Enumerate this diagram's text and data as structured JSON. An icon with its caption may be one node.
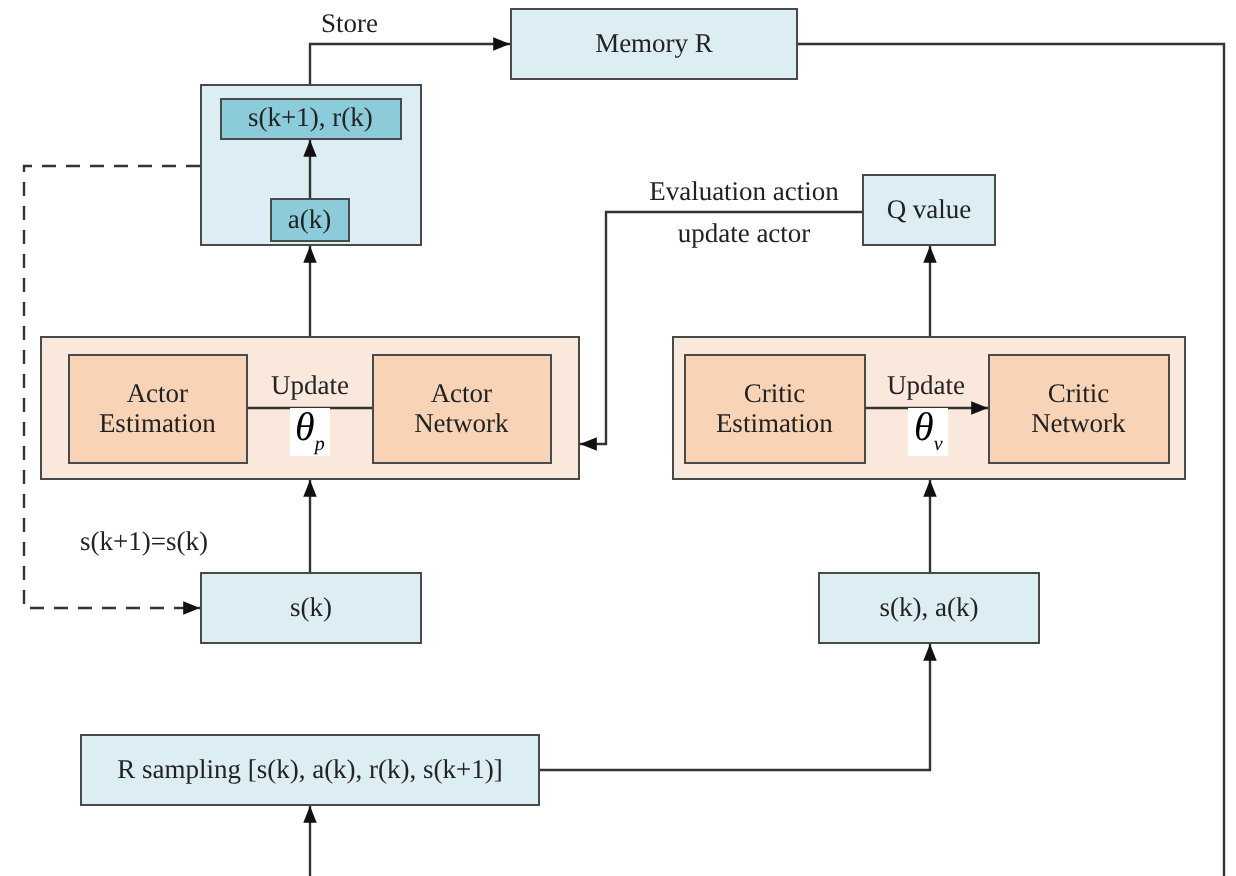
{
  "diagram": {
    "nodes": [
      {
        "text": [],
        "shape": "box"
      },
      {
        "text": [
          "s(k+1), r(k)"
        ],
        "in": 0
      },
      {
        "text": [
          "a(k)"
        ],
        "in": 0
      },
      {
        "text": [
          "Memory R"
        ]
      },
      {
        "text": [
          "Q value"
        ]
      },
      {
        "text": [],
        "shape": "box"
      },
      {
        "text": [
          "Actor Estimation"
        ],
        "in": 5
      },
      {
        "text": [
          "Actor Network"
        ],
        "in": 5
      },
      {
        "text": [],
        "shape": "box"
      },
      {
        "text": [
          "Critic Estimation"
        ],
        "in": 8
      },
      {
        "text": [
          "Critic Network"
        ],
        "in": 8
      },
      {
        "text": [
          "s(k)"
        ]
      },
      {
        "text": [
          "s(k), a(k)"
        ]
      },
      {
        "text": [
          "R sampling [s(k), a(k), r(k), s(k+1)]"
        ]
      }
    ],
    "edges": [
      {
        "from": 0,
        "to": 3,
        "arrow": "to",
        "label": "Store"
      },
      {
        "from": 2,
        "to": 1,
        "arrow": "to"
      },
      {
        "from": 5,
        "to": 0,
        "arrow": "to"
      },
      {
        "from": 6,
        "to": 7,
        "arrow": "none",
        "label": "Update"
      },
      {
        "from": 9,
        "to": 10,
        "arrow": "to",
        "label": "Update"
      },
      {
        "from": 4,
        "to": 5,
        "arrow": "to",
        "label": "Evaluation action update actor"
      },
      {
        "from": 0,
        "to": 11,
        "arrow": "to",
        "style": "dashed",
        "label": "s(k+1)=s(k)"
      },
      {
        "from": 3,
        "to": null,
        "arrow": "none"
      },
      {
        "from": 11,
        "to": 5,
        "arrow": "to"
      },
      {
        "from": null,
        "to": 13,
        "arrow": "to"
      },
      {
        "from": 13,
        "to": 12,
        "arrow": "to"
      },
      {
        "from": 12,
        "to": 8,
        "arrow": "to"
      },
      {
        "from": 8,
        "to": 4,
        "arrow": "to"
      }
    ],
    "labels": [
      "θ$_{p}$",
      "θ$_{v}$"
    ]
  }
}
